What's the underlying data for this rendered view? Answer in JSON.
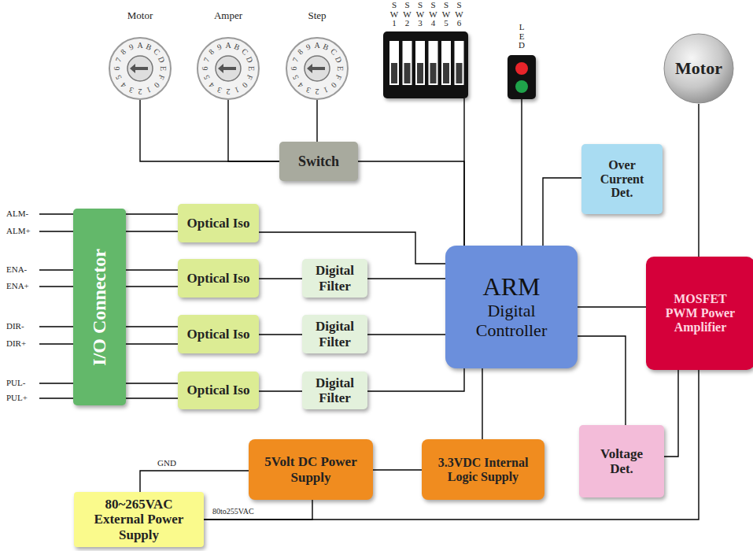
{
  "diagram": {
    "nodes": [
      {
        "text": [
          "Motor"
        ]
      },
      {
        "text": [
          "Amper"
        ]
      },
      {
        "text": [
          "Step"
        ]
      },
      {
        "text": [
          "S W 1",
          "S W 2",
          "S W 3",
          "S W 4",
          "S W 5",
          "S W 6"
        ]
      },
      {
        "text": [
          "L E D"
        ]
      },
      {
        "text": [
          "Motor"
        ]
      },
      {
        "text": [
          "Switch"
        ]
      },
      {
        "text": [
          "Over Current Det."
        ]
      },
      {
        "text": [
          "I/O Connector"
        ]
      },
      {
        "text": [
          "Optical Iso"
        ]
      },
      {
        "text": [
          "Optical Iso"
        ]
      },
      {
        "text": [
          "Digital Filter"
        ]
      },
      {
        "text": [
          "Optical Iso"
        ]
      },
      {
        "text": [
          "Digital Filter"
        ]
      },
      {
        "text": [
          "Optical Iso"
        ]
      },
      {
        "text": [
          "Digital Filter"
        ]
      },
      {
        "text": [
          "ARM",
          "Digital Controller"
        ]
      },
      {
        "text": [
          "MOSFET PWM Power Amplifier"
        ]
      },
      {
        "text": [
          "Voltage Det."
        ]
      },
      {
        "text": [
          "5Volt DC Power Supply"
        ]
      },
      {
        "text": [
          "3.3VDC Internal Logic Supply"
        ]
      },
      {
        "text": [
          "80~265VAC External Power Supply"
        ]
      }
    ],
    "edges": [
      {
        "from": 0,
        "to": 6,
        "arrow": "none"
      },
      {
        "from": 1,
        "to": 6,
        "arrow": "none"
      },
      {
        "from": 2,
        "to": 6,
        "arrow": "none"
      },
      {
        "from": 6,
        "to": 16,
        "arrow": "none"
      },
      {
        "from": 3,
        "to": 16,
        "arrow": "none"
      },
      {
        "from": 4,
        "to": 16,
        "arrow": "none"
      },
      {
        "from": 7,
        "to": 16,
        "arrow": "none"
      },
      {
        "from": 5,
        "to": 17,
        "arrow": "none"
      },
      {
        "from": 8,
        "to": 9,
        "arrow": "none"
      },
      {
        "from": 8,
        "to": 10,
        "arrow": "none"
      },
      {
        "from": 8,
        "to": 12,
        "arrow": "none"
      },
      {
        "from": 8,
        "to": 14,
        "arrow": "none"
      },
      {
        "from": 9,
        "to": 16,
        "arrow": "none"
      },
      {
        "from": 10,
        "to": 11,
        "arrow": "none"
      },
      {
        "from": 11,
        "to": 16,
        "arrow": "none"
      },
      {
        "from": 12,
        "to": 13,
        "arrow": "none"
      },
      {
        "from": 13,
        "to": 16,
        "arrow": "none"
      },
      {
        "from": 14,
        "to": 15,
        "arrow": "none"
      },
      {
        "from": 15,
        "to": 16,
        "arrow": "none"
      },
      {
        "from": 16,
        "to": 17,
        "arrow": "none"
      },
      {
        "from": 16,
        "to": 18,
        "arrow": "none"
      },
      {
        "from": 17,
        "to": 18,
        "arrow": "none"
      },
      {
        "from": 16,
        "to": 20,
        "arrow": "none"
      },
      {
        "from": 19,
        "to": 20,
        "arrow": "none"
      },
      {
        "from": 21,
        "to": 19,
        "label": "GND",
        "arrow": "none"
      },
      {
        "from": 21,
        "to": 19,
        "label": "80to255VAC",
        "arrow": "none"
      },
      {
        "from": 21,
        "to": 17,
        "arrow": "none"
      }
    ],
    "labels": [
      "ALM-",
      "ALM+",
      "ENA-",
      "ENA+",
      "DIR-",
      "DIR+",
      "PUL-",
      "PUL+",
      "0",
      "1",
      "2",
      "3",
      "4",
      "5",
      "6",
      "7",
      "8",
      "9",
      "A",
      "B",
      "C",
      "D",
      "E",
      "F",
      "0",
      "1",
      "2",
      "3",
      "4",
      "5",
      "6",
      "7",
      "8",
      "9",
      "A",
      "B",
      "C",
      "D",
      "E",
      "F",
      "0",
      "1",
      "2",
      "3",
      "4",
      "5",
      "6",
      "7",
      "8",
      "9",
      "A",
      "B",
      "C",
      "D",
      "E",
      "F"
    ]
  }
}
